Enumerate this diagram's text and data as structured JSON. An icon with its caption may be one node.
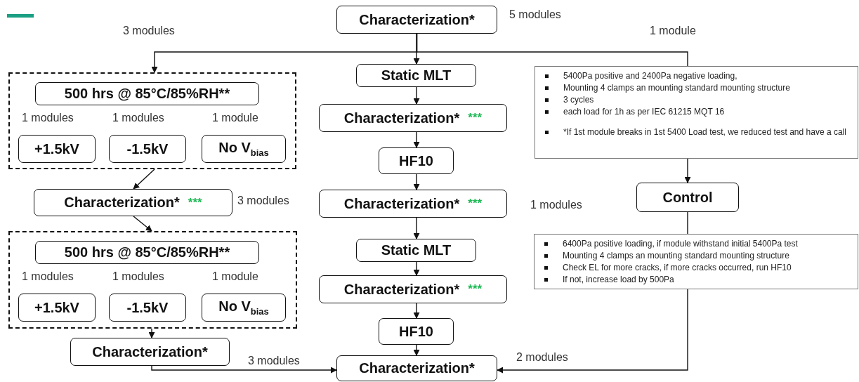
{
  "diagram": {
    "nodes": [
      {
        "text": [
          "Characterization*"
        ],
        "beside": [
          "5 modules"
        ]
      },
      {
        "text": [],
        "shape": "box"
      },
      {
        "text": [
          "500 hrs @ 85°C/85%RH**"
        ],
        "in": 1
      },
      {
        "text": [
          "+1.5kV"
        ],
        "in": 1,
        "beside": [
          "1 modules"
        ]
      },
      {
        "text": [
          "-1.5kV"
        ],
        "in": 1,
        "beside": [
          "1 modules"
        ]
      },
      {
        "text": [
          "No V$_{bias}$"
        ],
        "in": 1,
        "beside": [
          "1 module"
        ]
      },
      {
        "text": [
          "Characterization*",
          "***"
        ],
        "beside": [
          "3 modules"
        ]
      },
      {
        "text": [],
        "shape": "box"
      },
      {
        "text": [
          "500 hrs @ 85°C/85%RH**"
        ],
        "in": 7
      },
      {
        "text": [
          "+1.5kV"
        ],
        "in": 7,
        "beside": [
          "1 modules"
        ]
      },
      {
        "text": [
          "-1.5kV"
        ],
        "in": 7,
        "beside": [
          "1 modules"
        ]
      },
      {
        "text": [
          "No V$_{bias}$"
        ],
        "in": 7,
        "beside": [
          "1 module"
        ]
      },
      {
        "text": [
          "Characterization*"
        ]
      },
      {
        "text": [
          "Static MLT"
        ]
      },
      {
        "text": [
          "Characterization*",
          "***"
        ]
      },
      {
        "text": [
          "HF10"
        ]
      },
      {
        "text": [
          "Characterization*",
          "***"
        ]
      },
      {
        "text": [
          "Static MLT"
        ]
      },
      {
        "text": [
          "Characterization*",
          "***"
        ]
      },
      {
        "text": [
          "HF10"
        ]
      },
      {
        "text": [
          "Characterization*"
        ]
      },
      {
        "text": [
          "5400Pa positive and 2400Pa negative loading,",
          "Mounting 4 clamps an mounting standard mounting structure",
          "3 cycles",
          "each load for 1h as per IEC 61215 MQT 16",
          "*If 1st module breaks in 1st 5400 Load test, we reduced test and have a call"
        ]
      },
      {
        "text": [
          "Control"
        ]
      },
      {
        "text": [
          "6400Pa positive loading, if module withstand initial 5400Pa test",
          "Mounting 4 clamps an mounting standard mounting structure",
          "Check EL for more cracks, if more cracks occurred, run HF10",
          "If not, increase load by  500Pa"
        ]
      }
    ],
    "edges": [
      {
        "from": 0,
        "to": 1,
        "arrow": "to",
        "label": "3 modules"
      },
      {
        "from": 0,
        "to": 13,
        "arrow": "to"
      },
      {
        "from": 0,
        "to": 21,
        "arrow": "none",
        "label": "1 module"
      },
      {
        "from": 1,
        "to": 6,
        "arrow": "to"
      },
      {
        "from": 6,
        "to": 7,
        "arrow": "to"
      },
      {
        "from": 7,
        "to": 12,
        "arrow": "to"
      },
      {
        "from": 12,
        "to": 20,
        "arrow": "to",
        "label": "3 modules"
      },
      {
        "from": 13,
        "to": 14,
        "arrow": "to"
      },
      {
        "from": 14,
        "to": 15,
        "arrow": "to"
      },
      {
        "from": 15,
        "to": 16,
        "arrow": "to"
      },
      {
        "from": 16,
        "to": 17,
        "arrow": "to"
      },
      {
        "from": 17,
        "to": 18,
        "arrow": "to"
      },
      {
        "from": 18,
        "to": 19,
        "arrow": "to"
      },
      {
        "from": 19,
        "to": 20,
        "arrow": "to"
      },
      {
        "from": 21,
        "to": 22,
        "arrow": "to"
      },
      {
        "from": 22,
        "to": 23,
        "arrow": "none"
      },
      {
        "from": 23,
        "to": 20,
        "arrow": "to",
        "label": "2 modules"
      }
    ],
    "labels": [
      "1 modules"
    ]
  }
}
